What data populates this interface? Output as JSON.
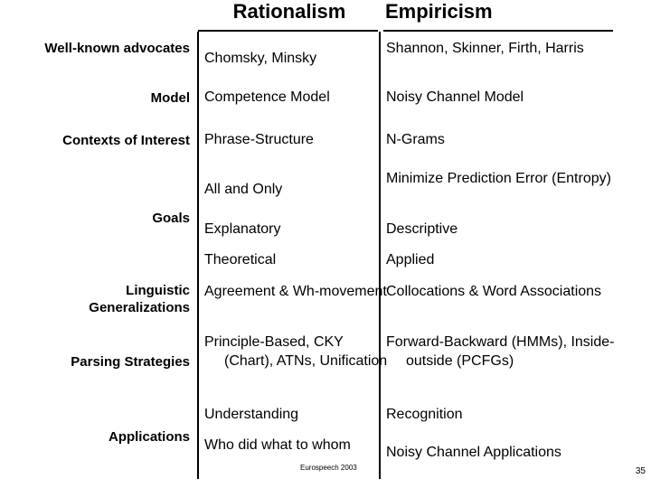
{
  "slide": {
    "headers": {
      "col1": "Rationalism",
      "col2": "Empiricism"
    },
    "rows": [
      {
        "label": "Well-known advocates",
        "col1": "Chomsky, Minsky",
        "col2": "Shannon, Skinner, Firth, Harris"
      },
      {
        "label": "Model",
        "col1": "Competence Model",
        "col2": "Noisy Channel Model"
      },
      {
        "label": "Contexts of Interest",
        "col1": "Phrase-Structure",
        "col2": "N-Grams"
      },
      {
        "label": "Goals",
        "col1_lines": [
          "All and Only",
          "Explanatory",
          "Theoretical"
        ],
        "col2_lines": [
          "Minimize Prediction Error (Entropy)",
          "Descriptive",
          "Applied"
        ]
      },
      {
        "label": "Linguistic Generalizations",
        "col1": "Agreement & Wh-movement",
        "col2": "Collocations & Word Associations"
      },
      {
        "label": "Parsing Strategies",
        "col1": "Principle-Based, CKY (Chart), ATNs, Unification",
        "col2": "Forward-Backward (HMMs), Inside-outside (PCFGs)"
      },
      {
        "label": "Applications",
        "col1_lines": [
          "Understanding",
          "Who did what to whom"
        ],
        "col2_lines": [
          "Recognition",
          "Noisy Channel Applications"
        ]
      }
    ],
    "footer": {
      "conference": "Eurospeech 2003",
      "page_number": "35"
    }
  }
}
